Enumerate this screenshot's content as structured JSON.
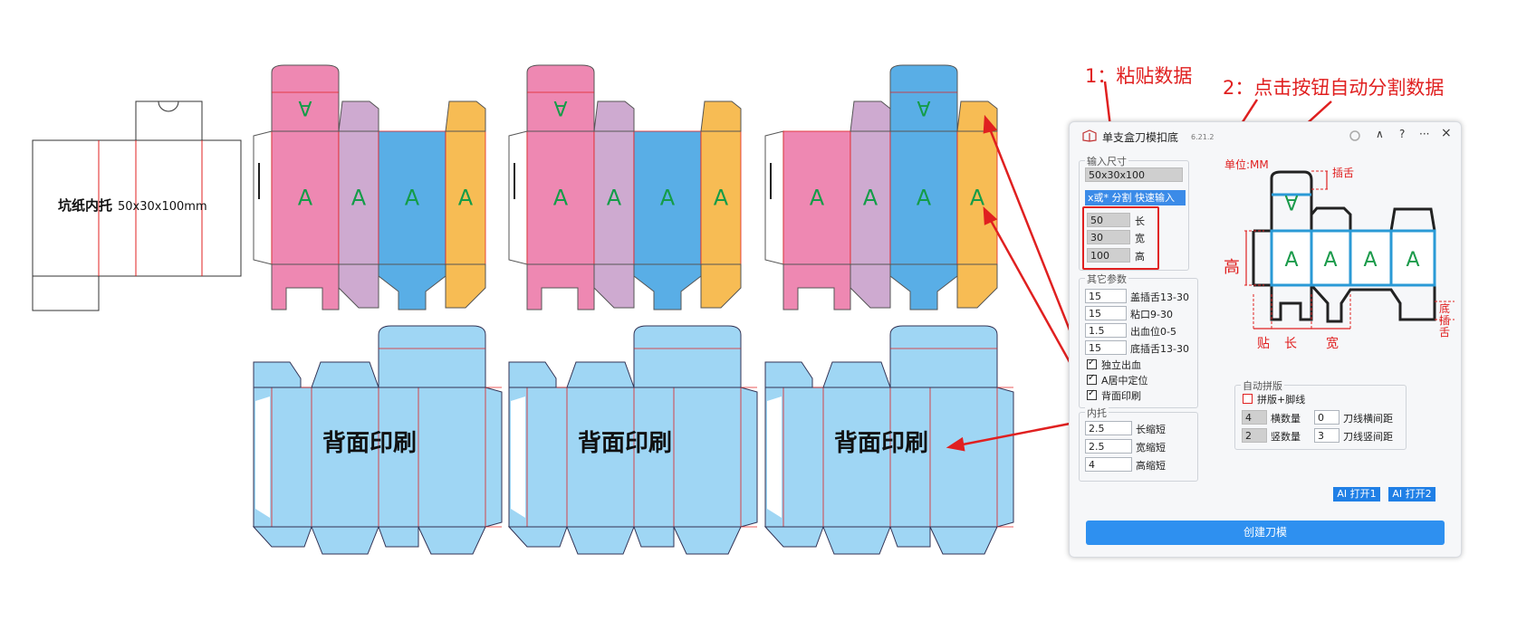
{
  "annotations": {
    "step1": "1：粘贴数据",
    "step2": "2：点击按钮自动分割数据"
  },
  "left_tray": {
    "label": "坑纸内托",
    "size": "50x30x100mm"
  },
  "box": {
    "face_letter": "A",
    "back_print": "背面印刷"
  },
  "colors": {
    "pink": "#ee88b2",
    "lilac": "#ceaad0",
    "blue": "#59aee6",
    "orange": "#f7bc54",
    "light_blue": "#9fd6f4",
    "red": "#e02020",
    "accent": "#2e90f0"
  },
  "app": {
    "title": "单支盒刀模扣底",
    "version": "6.21.2",
    "controls": {
      "spinner_icon": "loading-icon",
      "collapse": "∧",
      "help": "?",
      "more": "···",
      "close": "×"
    },
    "input_size": {
      "label": "输入尺寸",
      "paste_value": "50x30x100",
      "quick_button": "x或* 分割 快速输入",
      "fields": [
        {
          "value": "50",
          "label": "长"
        },
        {
          "value": "30",
          "label": "宽"
        },
        {
          "value": "100",
          "label": "高"
        }
      ]
    },
    "other_params": {
      "label": "其它参数",
      "fields": [
        {
          "value": "15",
          "label": "盖插舌13-30"
        },
        {
          "value": "15",
          "label": "粘口9-30"
        },
        {
          "value": "1.5",
          "label": "出血位0-5"
        },
        {
          "value": "15",
          "label": "底插舌13-30"
        }
      ],
      "checks": [
        {
          "label": "独立出血",
          "checked": true
        },
        {
          "label": "A居中定位",
          "checked": true
        },
        {
          "label": "背面印刷",
          "checked": true
        }
      ]
    },
    "tray": {
      "label": "内托",
      "fields": [
        {
          "value": "2.5",
          "label": "长缩短"
        },
        {
          "value": "2.5",
          "label": "宽缩短"
        },
        {
          "value": "4",
          "label": "高缩短"
        }
      ]
    },
    "diagram": {
      "unit": "单位:MM",
      "labels": {
        "tongue": "插舌",
        "height": "高",
        "bottom_tongue": "底插舌",
        "glue": "贴",
        "length": "长",
        "width": "宽"
      }
    },
    "auto_layout": {
      "label": "自动拼版",
      "check": {
        "label": "拼版+脚线",
        "checked": false
      },
      "rows": [
        {
          "count": "4",
          "count_label": "横数量",
          "gap": "0",
          "gap_label": "刀线横间距"
        },
        {
          "count": "2",
          "count_label": "竖数量",
          "gap": "3",
          "gap_label": "刀线竖间距"
        }
      ]
    },
    "ai_buttons": [
      "AI 打开1",
      "AI 打开2"
    ],
    "create_button": "创建刀模"
  }
}
